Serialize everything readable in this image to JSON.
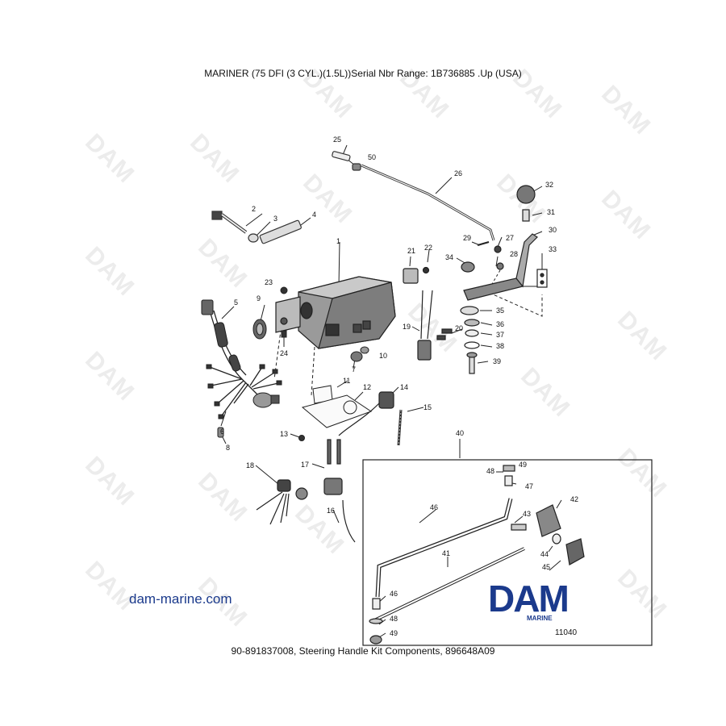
{
  "header": {
    "title": "MARINER (75 DFI (3 CYL.)(1.5L))Serial Nbr Range: 1B736885 .Up (USA)"
  },
  "footer": {
    "caption": "90-891837008, Steering Handle Kit Components, 896648A09"
  },
  "website": "dam-marine.com",
  "logo": {
    "text": "DAM",
    "subtext": "MARINE",
    "color": "#1b3a8c"
  },
  "watermark": "DAM",
  "figure_number": "11040",
  "callouts": {
    "n1": "1",
    "n2": "2",
    "n3": "3",
    "n4": "4",
    "n5": "5",
    "n6": "6",
    "n7": "7",
    "n8": "8",
    "n9": "9",
    "n10": "10",
    "n11": "11",
    "n12": "12",
    "n13": "13",
    "n14": "14",
    "n15": "15",
    "n16": "16",
    "n17": "17",
    "n18": "18",
    "n19": "19",
    "n20": "20",
    "n21": "21",
    "n22": "22",
    "n23": "23",
    "n24": "24",
    "n25": "25",
    "n26": "26",
    "n27": "27",
    "n28": "28",
    "n29": "29",
    "n30": "30",
    "n31": "31",
    "n32": "32",
    "n33": "33",
    "n34": "34",
    "n35": "35",
    "n36": "36",
    "n37": "37",
    "n38": "38",
    "n39": "39",
    "n40": "40",
    "n41": "41",
    "n42": "42",
    "n43": "43",
    "n44": "44",
    "n45": "45",
    "n46a": "46",
    "n46b": "46",
    "n47": "47",
    "n48a": "48",
    "n48b": "48",
    "n49a": "49",
    "n49b": "49",
    "n50": "50"
  }
}
